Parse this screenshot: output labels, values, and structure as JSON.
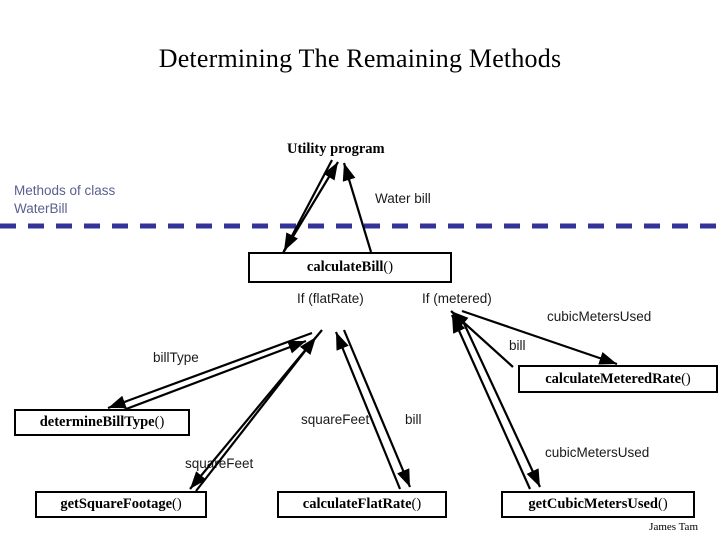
{
  "slide": {
    "title": "Determining The Remaining Methods",
    "footer": "James Tam",
    "swimlane_label": "Methods of class\nWaterBill",
    "divider_color": "#333399",
    "swimlane_text_color": "#5a5f8f",
    "node_border_color": "#000000",
    "edge_color": "#000000"
  },
  "actors": {
    "utility_program": "Utility program"
  },
  "nodes": [
    {
      "id": "calculateBill",
      "label": "calculateBill",
      "suffix": " ()"
    },
    {
      "id": "calculateMeteredRate",
      "label": "calculateMeteredRate",
      "suffix": " ()"
    },
    {
      "id": "determineBillType",
      "label": "determineBillType",
      "suffix": " ()"
    },
    {
      "id": "getSquareFootage",
      "label": "getSquareFootage",
      "suffix": " ()"
    },
    {
      "id": "calculateFlatRate",
      "label": "calculateFlatRate",
      "suffix": " ()"
    },
    {
      "id": "getCubicMetersUsed",
      "label": "getCubicMetersUsed",
      "suffix": " ()"
    }
  ],
  "edge_labels": {
    "water_bill": "Water bill",
    "if_flat_rate": "If (flatRate)",
    "if_metered": "If (metered)",
    "cubic_meters_used_top": "cubicMetersUsed",
    "bill_metered": "bill",
    "bill_type": "billType",
    "square_feet_left": "squareFeet",
    "square_feet_mid": "squareFeet",
    "bill_flat": "bill",
    "cubic_meters_used_bottom": "cubicMetersUsed"
  }
}
